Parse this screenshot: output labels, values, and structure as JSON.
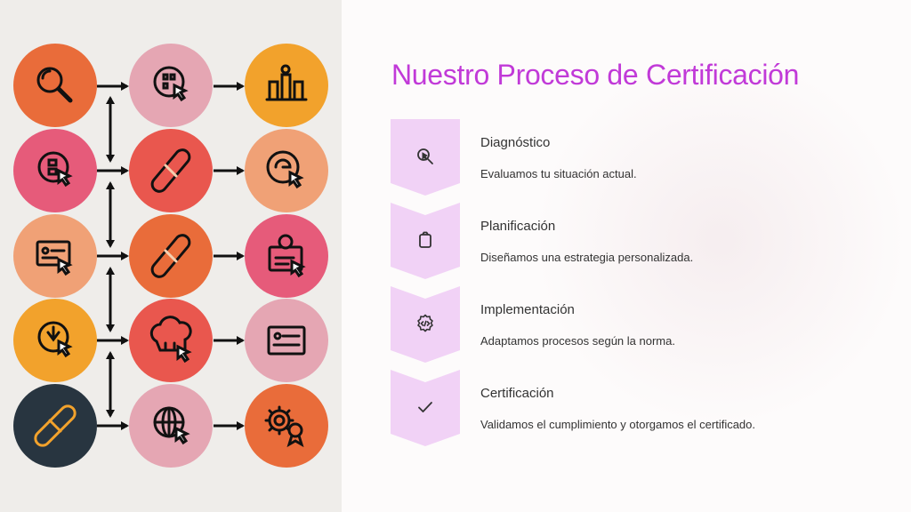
{
  "title": "Nuestro Proceso de Certificación",
  "colors": {
    "accent": "#c13ad8",
    "chevron_fill": "#f1d2f6",
    "text": "#333333",
    "orange": "#e96c3a",
    "pink": "#e65b7a",
    "peach": "#f0a176",
    "amber": "#f2a22c",
    "rose": "#e5a6b3",
    "navy": "#283540",
    "red": "#e9574e"
  },
  "steps": [
    {
      "icon": "search-cursor-icon",
      "title": "Diagnóstico",
      "description": "Evaluamos tu situación actual."
    },
    {
      "icon": "clipboard-icon",
      "title": "Planificación",
      "description": "Diseñamos una estrategia personalizada."
    },
    {
      "icon": "code-gear-icon",
      "title": "Implementación",
      "description": "Adaptamos procesos según la norma."
    },
    {
      "icon": "checkmark-icon",
      "title": "Certificación",
      "description": "Validamos el cumplimiento y otorgamos el certificado."
    }
  ],
  "icon_grid": [
    [
      "magnifier-icon",
      "cursor-target-icon",
      "bar-chart-icon"
    ],
    [
      "cursor-target-icon",
      "pill-icon",
      "cursor-target-icon"
    ],
    [
      "certificate-icon",
      "pill-icon",
      "badge-icon"
    ],
    [
      "cursor-target-icon",
      "chef-hat-icon",
      "id-card-icon"
    ],
    [
      "pill-icon",
      "globe-cursor-icon",
      "gear-badge-icon"
    ]
  ]
}
